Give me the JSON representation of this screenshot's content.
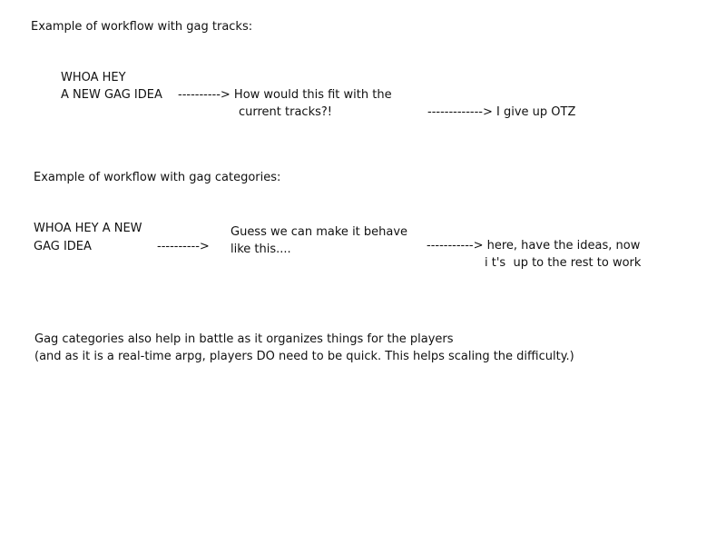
{
  "tracks_section": {
    "heading": "Example of workflow with gag tracks:",
    "idea_line1": "WHOA HEY",
    "idea_line2": "A NEW GAG IDEA",
    "arrow1": "----------> How would this fit with the",
    "arrow1_line2": "current tracks?!",
    "arrow2": "-------------> I give up OTZ"
  },
  "categories_section": {
    "heading": "Example of workflow with gag categories:",
    "idea_line1": "WHOA HEY A NEW",
    "idea_line2": "GAG IDEA",
    "arrow1": "---------->",
    "middle_line1": "Guess we can make it behave",
    "middle_line2": "like this....",
    "arrow2_line1": "-----------> here, have the ideas, now",
    "arrow2_line2": "i t's  up to the rest to work"
  },
  "note": {
    "line1": "Gag categories also help in battle as it organizes things for the players",
    "line2": "(and as it is a real-time arpg, players DO need to be quick. This helps scaling the difficulty.)"
  }
}
